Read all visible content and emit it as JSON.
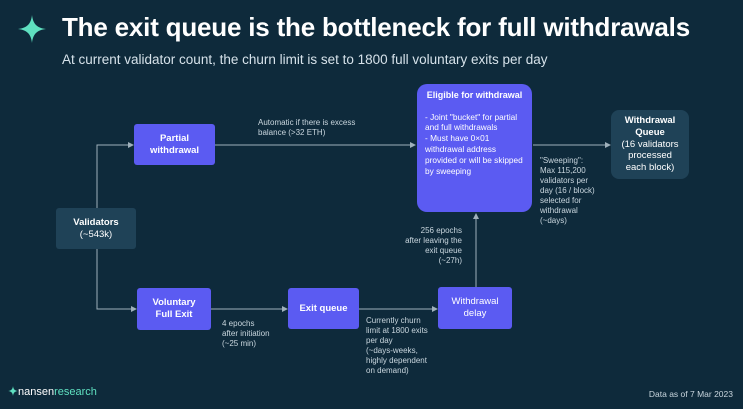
{
  "title": "The exit queue is the bottleneck for full withdrawals",
  "subtitle": "At current validator count, the churn limit is set to 1800 full voluntary exits per day",
  "nodes": {
    "validators": [
      "Validators",
      "(~543k)"
    ],
    "partial": [
      "Partial",
      "withdrawal"
    ],
    "voluntary": [
      "Voluntary",
      "Full Exit"
    ],
    "exit_queue": [
      "Exit queue"
    ],
    "withdrawal_delay": [
      "Withdrawal",
      "delay"
    ],
    "withdrawal_queue": [
      "Withdrawal",
      "Queue",
      "(16 validators",
      "processed",
      "each block)"
    ],
    "eligible": {
      "heading": "Eligible for withdrawal",
      "bullets": [
        "- Joint \"bucket\" for partial and full withdrawals",
        "- Must have 0×01 withdrawal address provided or will be skipped by sweeping"
      ]
    }
  },
  "notes": {
    "automatic": [
      "Automatic if there is excess",
      "balance (>32 ETH)"
    ],
    "four_epochs": [
      "4 epochs",
      "after initiation",
      "(~25 min)"
    ],
    "churn": [
      "Currently churn",
      "limit at 1800 exits",
      "per day",
      "(~days-weeks,",
      "highly dependent",
      "on demand)"
    ],
    "epochs_256": [
      "256 epochs",
      "after leaving the",
      "exit queue",
      "(~27h)"
    ],
    "sweeping": [
      "\"Sweeping\":",
      "Max 115,200",
      "validators per",
      "day (16 / block)",
      "selected for",
      "withdrawal",
      "(~days)"
    ]
  },
  "footer": {
    "brand_main": "nansen",
    "brand_suffix": "research",
    "date": "Data as of 7 Mar 2023"
  },
  "colors": {
    "background": "#0e2a3b",
    "purple": "#5b5bf2",
    "dark_box": "#1f4257",
    "accent": "#5fe0c0"
  }
}
